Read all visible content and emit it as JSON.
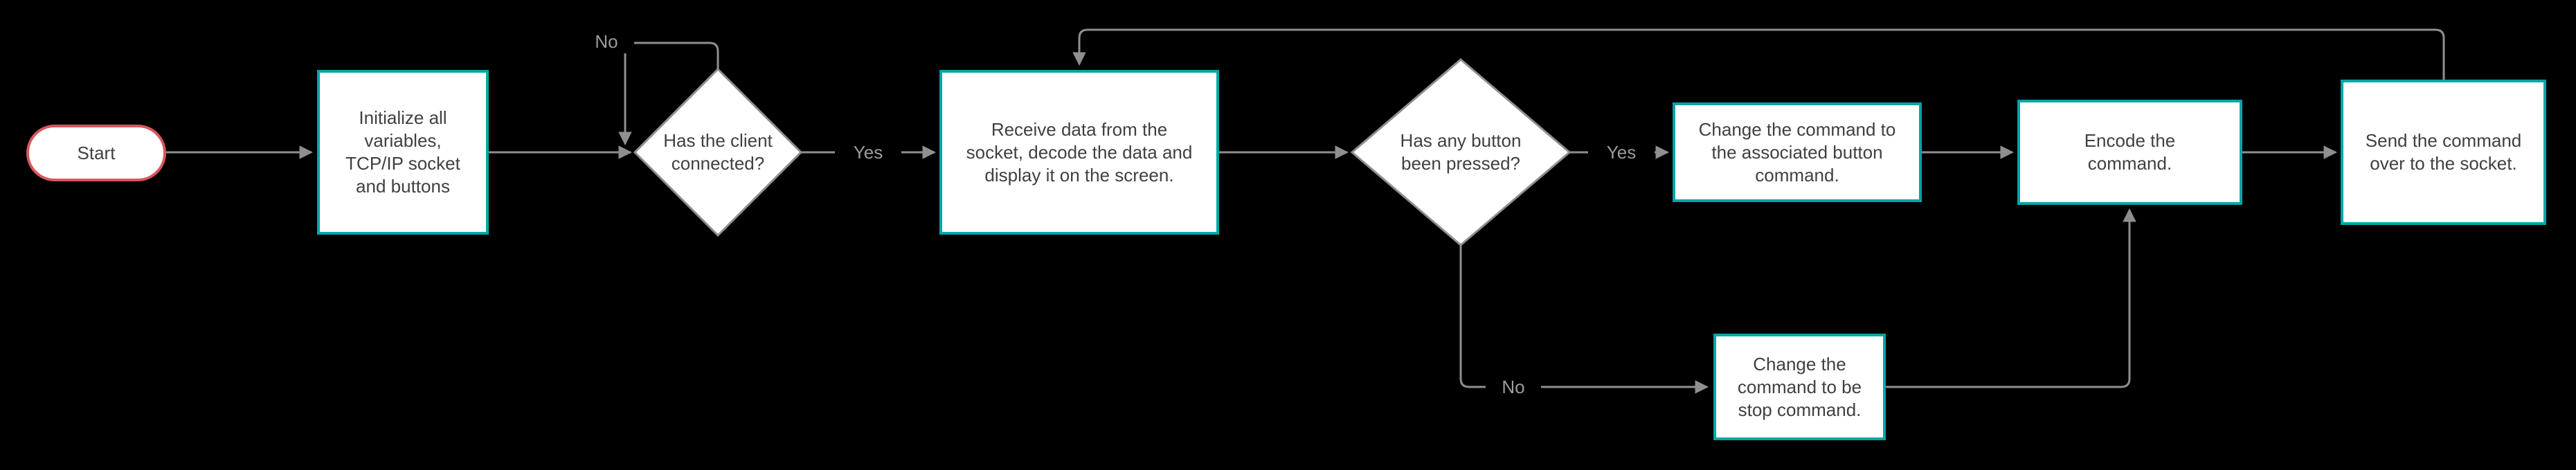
{
  "flowchart": {
    "background_color": "#000000",
    "colors": {
      "process_border": "#00a6a6",
      "terminator_border": "#d9565f",
      "decision_border": "#8f8f8f",
      "connector": "#8f8f8f",
      "node_text": "#404040",
      "edge_label_text": "#9c9c9c",
      "node_fill": "#ffffff"
    },
    "nodes": {
      "start": {
        "type": "terminator",
        "label": "Start"
      },
      "initialize": {
        "type": "process",
        "label": "Initialize all\nvariables,\nTCP/IP socket\nand buttons"
      },
      "client_connected": {
        "type": "decision",
        "label": "Has the client\nconnected?"
      },
      "receive_data": {
        "type": "process",
        "label": "Receive data from the\nsocket, decode the data and\ndisplay it on the screen."
      },
      "button_pressed": {
        "type": "decision",
        "label": "Has any button\nbeen pressed?"
      },
      "change_button_command": {
        "type": "process",
        "label": "Change the command to\nthe associated button\ncommand."
      },
      "encode_command": {
        "type": "process",
        "label": "Encode the\ncommand."
      },
      "send_command": {
        "type": "process",
        "label": "Send the command\nover to the socket."
      },
      "stop_command": {
        "type": "process",
        "label": "Change the\ncommand to be\nstop command."
      }
    },
    "edge_labels": {
      "client_connected_no": "No",
      "client_connected_yes": "Yes",
      "button_pressed_yes": "Yes",
      "button_pressed_no": "No"
    }
  }
}
